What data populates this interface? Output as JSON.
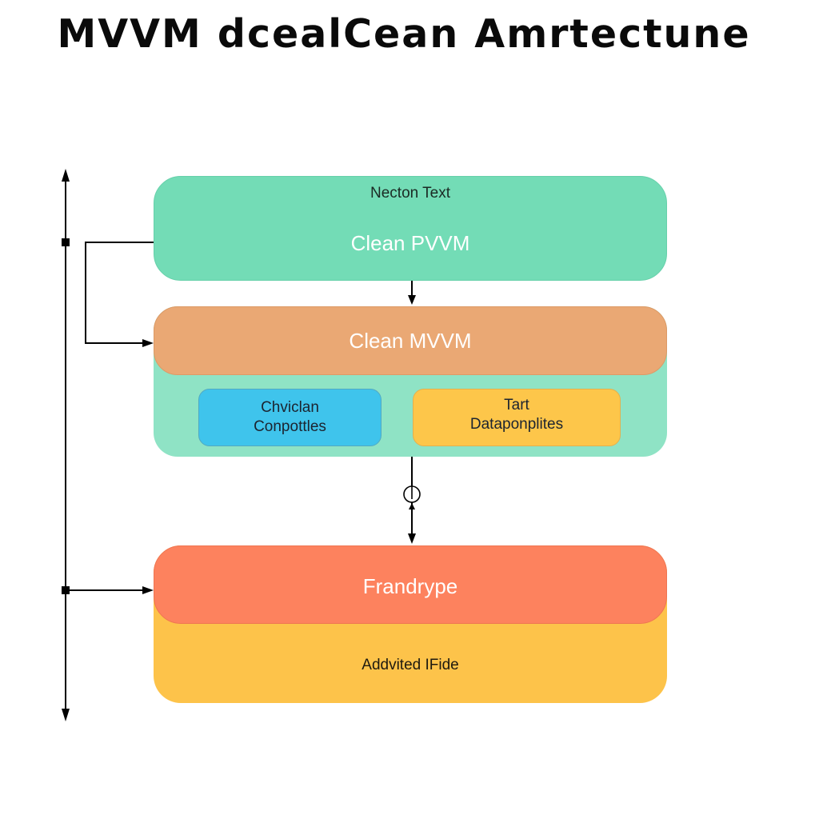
{
  "title": "MVVM dcealCean Amrtectune",
  "colors": {
    "top_box": "#73dcb6",
    "middle_box_body": "#8fe3c5",
    "middle_box_header": "#eaa874",
    "sub_box_blue": "#3fc4ec",
    "sub_box_yellow": "#fdc64a",
    "bottom_box_header": "#fd825e",
    "bottom_box_body": "#fdc34a",
    "connector": "#000000"
  },
  "boxes": {
    "top": {
      "caption": "Necton Text",
      "label": "Clean PVVM"
    },
    "middle": {
      "label": "Clean MVVM",
      "sub_boxes": [
        {
          "line1": "Chviclan",
          "line2": "Conpottles"
        },
        {
          "line1": "Tart",
          "line2": "Dataponplites"
        }
      ]
    },
    "bottom": {
      "label": "Frandrype",
      "body": "Addvited IFide"
    }
  },
  "connectors": [
    {
      "from": "top",
      "to": "middle",
      "kind": "arrow-down"
    },
    {
      "from": "top",
      "to": "middle",
      "kind": "elbow-arrow-left-side"
    },
    {
      "from": "middle",
      "to": "bottom",
      "kind": "bidirectional-with-circle"
    },
    {
      "from": "axis",
      "to": "bottom",
      "kind": "arrow-right"
    },
    {
      "from": "axis",
      "to": "axis",
      "kind": "vertical-double-arrow"
    }
  ]
}
